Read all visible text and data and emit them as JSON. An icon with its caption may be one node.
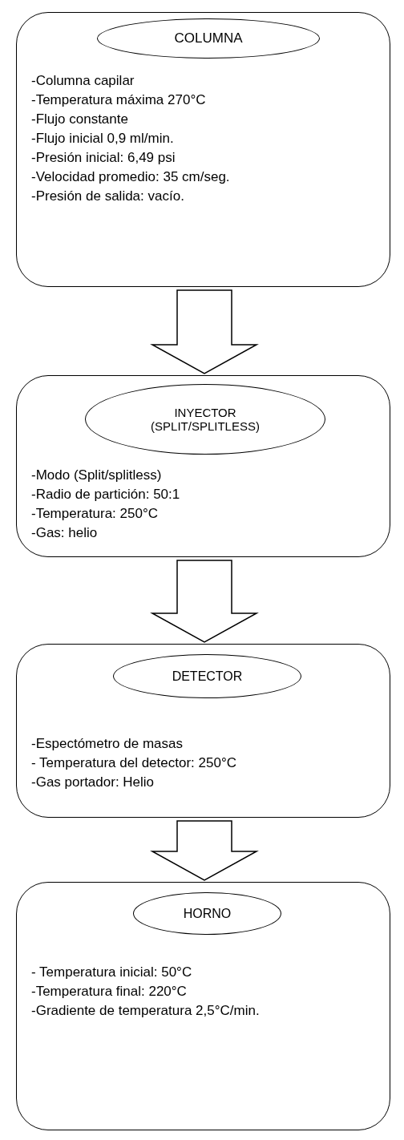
{
  "diagram": {
    "nodes": [
      {
        "text": [
          "-Columna capilar",
          "-Temperatura máxima 270°C",
          "-Flujo constante",
          "-Flujo inicial 0,9 ml/min.",
          "-Presión inicial: 6,49 psi",
          "-Velocidad promedio: 35 cm/seg.",
          "-Presión de salida: vacío."
        ]
      },
      {
        "text": [
          "COLUMNA"
        ],
        "in": 0
      },
      {
        "text": [
          "-Modo (Split/splitless)",
          "-Radio de partición: 50:1",
          "-Temperatura: 250°C",
          "-Gas: helio"
        ]
      },
      {
        "text": [
          "INYECTOR (SPLIT/SPLITLESS)"
        ],
        "in": 2
      },
      {
        "text": [
          "-Espectómetro de masas",
          "- Temperatura del detector: 250°C",
          "-Gas portador: Helio"
        ]
      },
      {
        "text": [
          "DETECTOR"
        ],
        "in": 4
      },
      {
        "text": [
          "- Temperatura inicial: 50°C",
          "-Temperatura final: 220°C",
          "-Gradiente de temperatura 2,5°C/min."
        ]
      },
      {
        "text": [
          "HORNO"
        ],
        "in": 6
      }
    ],
    "edges": [
      {
        "from": 0,
        "to": 2,
        "arrow": "to"
      },
      {
        "from": 2,
        "to": 4,
        "arrow": "to"
      },
      {
        "from": 4,
        "to": 6,
        "arrow": "to"
      }
    ]
  }
}
